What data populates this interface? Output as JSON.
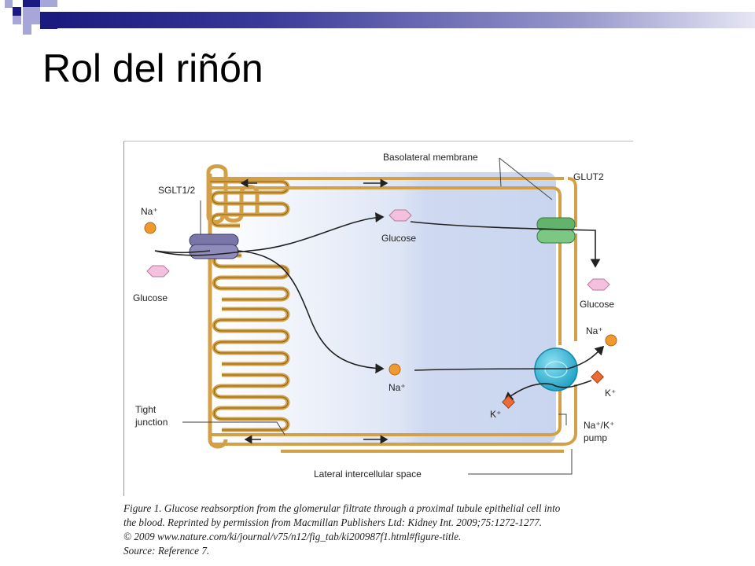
{
  "slide": {
    "title": "Rol del riñón"
  },
  "figure": {
    "labels": {
      "basolateral_membrane": "Basolateral membrane",
      "sglt": "SGLT1/2",
      "glut2": "GLUT2",
      "na_lumen": "Na⁺",
      "glucose_lumen": "Glucose",
      "glucose_cell": "Glucose",
      "glucose_blood": "Glucose",
      "na_cell": "Na⁺",
      "na_out": "Na⁺",
      "k_out": "K⁺",
      "k_in": "K⁺",
      "pump_line1": "Na⁺/K⁺",
      "pump_line2": "pump",
      "tight_line1": "Tight",
      "tight_line2": "junction",
      "lateral_space": "Lateral intercellular space"
    },
    "caption": [
      "Figure 1. Glucose reabsorption from the glomerular filtrate through a proximal tubule epithelial cell into",
      "the blood. Reprinted by permission from Macmillan Publishers Ltd: Kidney Int. 2009;75:1272-1277.",
      "© 2009 www.nature.com/ki/journal/v75/n12/fig_tab/ki200987f1.html#figure-title.",
      "Source: Reference 7."
    ]
  },
  "colors": {
    "deco_navy": "#1a1a80",
    "deco_lavender": "#a6a6d9",
    "membrane": "#d4a047",
    "membrane_dark": "#8a6410",
    "cell_fill": "#dfe7f7",
    "sglt": "#7a77a8",
    "glut": "#63b36c",
    "pump": "#34b8d8",
    "glucose": "#f3c0de",
    "sodium": "#ef9a30",
    "potassium": "#ea6a38"
  }
}
